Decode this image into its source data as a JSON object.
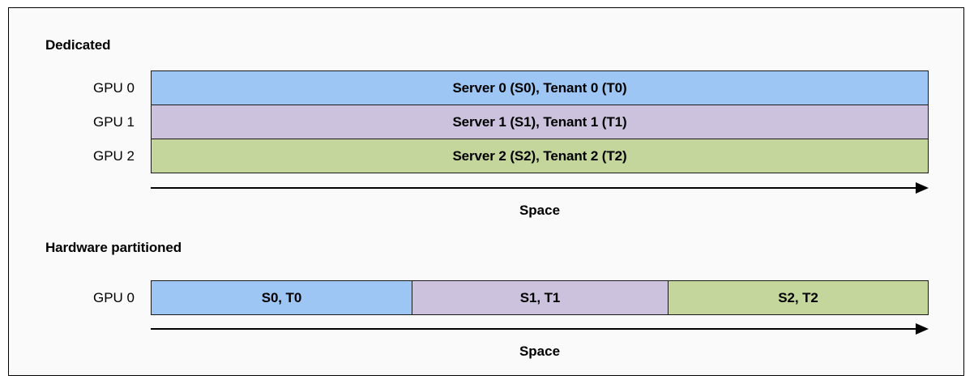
{
  "figure": {
    "background": "#fafafa",
    "border_color": "#000000"
  },
  "palette": {
    "blue": "#9dc6f5",
    "purple": "#ccc2de",
    "green": "#c4d69b",
    "outline": "#1a1a1a",
    "text": "#000000"
  },
  "panels": [
    {
      "title": "Dedicated",
      "rows": [
        {
          "label": "GPU 0",
          "segments": [
            {
              "text": "Server 0 (S0), Tenant 0 (T0)",
              "color": "#9dc6f5",
              "width_pct": 100
            }
          ]
        },
        {
          "label": "GPU 1",
          "segments": [
            {
              "text": "Server 1 (S1), Tenant 1 (T1)",
              "color": "#ccc2de",
              "width_pct": 100
            }
          ]
        },
        {
          "label": "GPU 2",
          "segments": [
            {
              "text": "Server 2 (S2), Tenant 2 (T2)",
              "color": "#c4d69b",
              "width_pct": 100
            }
          ]
        }
      ],
      "axis_caption": "Space"
    },
    {
      "title": "Hardware partitioned",
      "rows": [
        {
          "label": "GPU 0",
          "segments": [
            {
              "text": "S0, T0",
              "color": "#9dc6f5",
              "width_pct": 33.5
            },
            {
              "text": "S1, T1",
              "color": "#ccc2de",
              "width_pct": 33.0
            },
            {
              "text": "S2, T2",
              "color": "#c4d69b",
              "width_pct": 33.5
            }
          ]
        }
      ],
      "axis_caption": "Space"
    }
  ]
}
